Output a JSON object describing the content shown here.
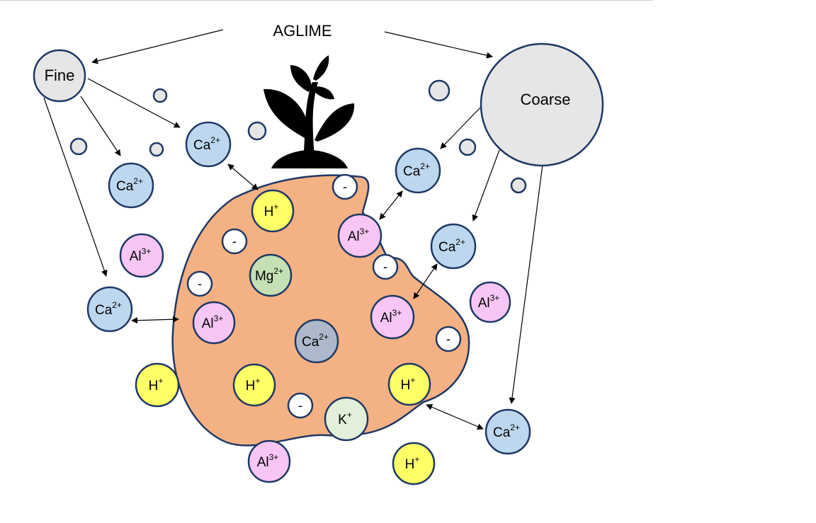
{
  "title": "AGLIME",
  "fine_label": "Fine",
  "coarse_label": "Coarse",
  "minus_sign": "-",
  "ions": {
    "ca": {
      "base": "Ca",
      "sup": "2+"
    },
    "al": {
      "base": "Al",
      "sup": "3+"
    },
    "h": {
      "base": "H",
      "sup": "+"
    },
    "mg": {
      "base": "Mg",
      "sup": "2+"
    },
    "k": {
      "base": "K",
      "sup": "+"
    }
  },
  "colors": {
    "ca": "#bdd7ee",
    "al": "#f7c6f4",
    "h": "#ffff66",
    "mg": "#c5e0b4",
    "k": "#e2f0d9",
    "ca_core": "#adb9ca",
    "soil": "#f4b183",
    "lime": "#e7e6e6",
    "stroke": "#1f3864"
  },
  "icons": {
    "plant": "plant-icon"
  }
}
